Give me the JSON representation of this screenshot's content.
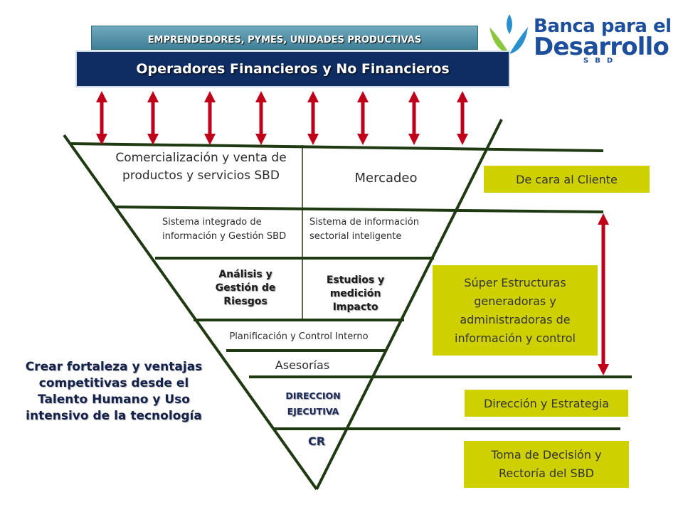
{
  "header": {
    "top_bar": "EMPRENDEDORES, PYMES, UNIDADES PRODUCTIVAS",
    "main_bar": "Operadores Financieros y No Financieros"
  },
  "logo": {
    "line1": "Banca para el",
    "line2": "Desarrollo",
    "line3": "SBD"
  },
  "funnel": {
    "comercializacion": "Comercialización y venta de productos y servicios SBD",
    "mercadeo": "Mercadeo",
    "sistema_integrado": "Sistema integrado de información y Gestión SBD",
    "sistema_sectorial": "Sistema de información sectorial inteligente",
    "analisis": "Análisis y Gestión de Riesgos",
    "estudios": "Estudios y medición Impacto",
    "planificacion": "Planificación y Control Interno",
    "asesorias": "Asesorías",
    "direccion": "DIRECCION EJECUTIVA",
    "cr": "CR"
  },
  "labels": {
    "cliente": "De cara al Cliente",
    "super": "Súper Estructuras generadoras y administradoras de información y control",
    "direccion_estrategia": "Dirección y Estrategia",
    "toma_decision": "Toma de Decisión y Rectoría del SBD"
  },
  "side_text": "Crear fortaleza y ventajas competitivas desde el Talento Humano y Uso intensivo de la tecnología",
  "colors": {
    "line": "#1f3a12",
    "arrow": "#c0001a",
    "label_box": "#cfd000",
    "navy": "#0f2d63"
  }
}
